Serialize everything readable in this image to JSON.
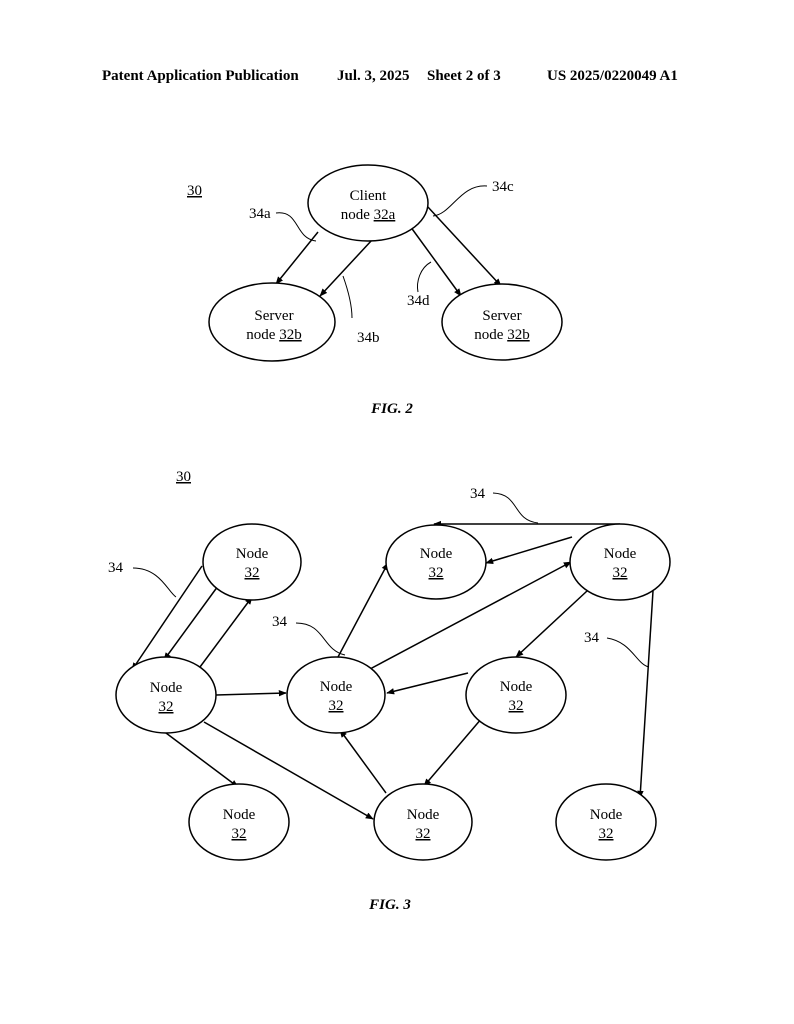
{
  "header": {
    "publication": "Patent Application Publication",
    "date": "Jul. 3, 2025",
    "sheet": "Sheet 2 of 3",
    "number": "US 2025/0220049 A1"
  },
  "fig2": {
    "ref_label": "30",
    "client": {
      "line1": "Client",
      "line2": "node ",
      "ref": "32a"
    },
    "server_left": {
      "line1": "Server",
      "line2": "node ",
      "ref": "32b"
    },
    "server_right": {
      "line1": "Server",
      "line2": "node ",
      "ref": "32b"
    },
    "edge_labels": {
      "a": "34a",
      "b": "34b",
      "c": "34c",
      "d": "34d"
    },
    "caption": "FIG. 2"
  },
  "fig3": {
    "ref_label": "30",
    "node_label": "Node",
    "node_ref": "32",
    "edge_label": "34",
    "caption": "FIG. 3"
  }
}
